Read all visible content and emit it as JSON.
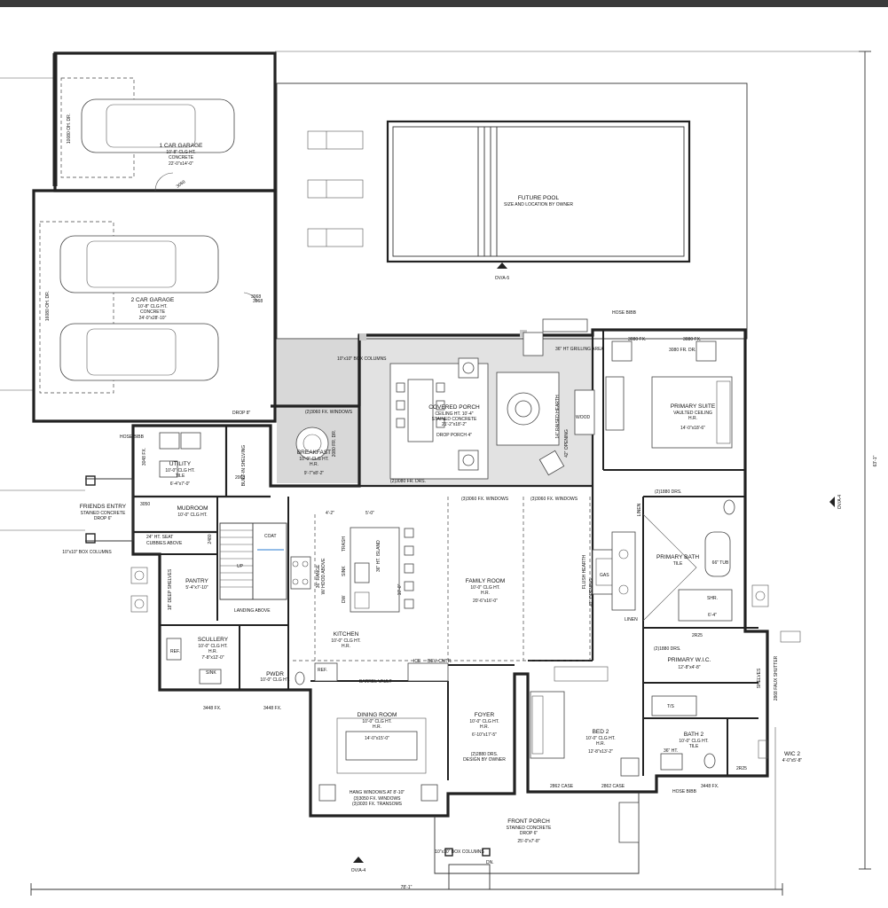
{
  "rooms": {
    "garage1": {
      "title": "1 CAR GARAGE",
      "l1": "10'-8\" CLG HT.",
      "l2": "CONCRETE",
      "l3": "22'-0\"x14'-0\""
    },
    "garage2": {
      "title": "2 CAR GARAGE",
      "l1": "10'-8\" CLG HT.",
      "l2": "CONCRETE",
      "l3": "24'-0\"x28'-10\""
    },
    "pool": {
      "title": "FUTURE POOL",
      "l1": "SIZE AND LOCATION BY OWNER"
    },
    "porch": {
      "title": "COVERED PORCH",
      "l1": "CEILING HT. 10'-4\"",
      "l2": "STAINED CONCRETE",
      "l3": "21'-2\"x18'-2\"",
      "l4": "DROP PORCH 4\""
    },
    "grilling": {
      "title": "36\" HT GRILLING AREA"
    },
    "breakfast": {
      "title": "BREAKFAST",
      "l1": "10'-0\" CLG HT.",
      "l2": "H.R.",
      "l3": "9'-7\"x8'-2\""
    },
    "utility": {
      "title": "UTILITY",
      "l1": "10'-0\" CLG HT.",
      "l2": "TILE",
      "l3": "6'-4\"x7'-0\""
    },
    "mudroom": {
      "title": "MUDROOM",
      "l1": "10'-0\" CLG HT."
    },
    "friends": {
      "title": "FRIENDS ENTRY",
      "l1": "STAINED CONCRETE",
      "l2": "DROP 6\"",
      "l3": "10\"x10\" BOX COLUMNS"
    },
    "pantry": {
      "title": "PANTRY",
      "l1": "5'-4\"x7'-10\""
    },
    "scullery": {
      "title": "SCULLERY",
      "l1": "10'-0\" CLG HT.",
      "l2": "H.R.",
      "l3": "7'-8\"x12'-0\""
    },
    "pwdr": {
      "title": "PWDR",
      "l1": "10'-0\" CLG HT."
    },
    "kitchen": {
      "title": "KITCHEN",
      "l1": "10'-0\" CLG HT.",
      "l2": "H.R."
    },
    "island": {
      "title": "36\" HT. ISLAND",
      "l1": "SINK",
      "l2": "TRASH",
      "l3": "DW"
    },
    "family": {
      "title": "FAMILY ROOM",
      "l1": "10'-0\" CLG HT.",
      "l2": "H.R.",
      "l3": "20'-6\"x16'-0\""
    },
    "dining": {
      "title": "DINING ROOM",
      "l1": "10'-0\" CLG HT.",
      "l2": "H.R.",
      "l3": "14'-0\"x15'-0\"",
      "n1": "HANG WINDOWS AT 8'-10\"",
      "n2": "(3)3050 FX. WINDOWS",
      "n3": "(3)3020 FX. TRANSOMS"
    },
    "foyer": {
      "title": "FOYER",
      "l1": "10'-0\" CLG HT.",
      "l2": "H.R.",
      "l3": "6'-10\"x17'-5\"",
      "n1": "(2)2880 DRS.",
      "n2": "DESIGN BY OWNER"
    },
    "suite": {
      "title": "PRIMARY SUITE",
      "l1": "VAULTED CEILING",
      "l2": "H.R.",
      "l3": "14'-0\"x18'-6\""
    },
    "pbath": {
      "title": "PRIMARY BATH",
      "l1": "TILE",
      "tub": "66\" TUB",
      "shower": "SHR.",
      "shsize": "6'-4\""
    },
    "pwic": {
      "title": "PRIMARY W.I.C.",
      "l1": "12'-8\"x4'-8\""
    },
    "bed2": {
      "title": "BED 2",
      "l1": "10'-0\" CLG HT.",
      "l2": "H.R.",
      "l3": "12'-8\"x13'-2\""
    },
    "bath2": {
      "title": "BATH 2",
      "l1": "10'-0\" CLG HT.",
      "l2": "TILE"
    },
    "wic2": {
      "title": "WIC 2",
      "l1": "4'-0\"x5'-8\""
    },
    "frontporch": {
      "title": "FRONT PORCH",
      "l1": "STAINED CONCRETE",
      "l2": "DROP 6\"",
      "l3": "25'-0\"x7'-8\"",
      "n1": "10\"x10\" BOX COLUMNS"
    }
  },
  "notes": {
    "garage1_door": "10080 OH. DR.",
    "garage2_door": "16080 OH. DR.",
    "d3068a": "3068",
    "d3068b": "3068",
    "hose1": "HOSE BIBB",
    "hose2": "HOSE BIBB",
    "hose3": "HOSE BIBB",
    "cols": "10\"x10\" BOX COLUMNS",
    "drop8": "DROP 8\"",
    "builtin": "BUILT-IN SHELVING",
    "bfwin": "(2)3060 FX. WINDOWS",
    "bfdr": "2080 FR. DR.",
    "porchdrs": "(2)3080 FR. DRS.",
    "famwin1": "(3)3060 FX. WINDOWS",
    "famwin2": "(3)3060 FX. WINDOWS",
    "suitefx": "3080 FX.",
    "suitefx2": "3080 FX.",
    "suitedr": "3080 FR. DR.",
    "raised": "14\" RAISED HEARTH",
    "wood": "WOOD",
    "opening": "42\" OPENING",
    "flush": "FLUSH HEARTH",
    "opening2": "42\" OPENING",
    "gas": "GAS",
    "s3050": "3050",
    "s2480": "2480",
    "d2068": "2068",
    "d3048": "3048 FX.",
    "seat": "24\" HT. SEAT",
    "cubbies": "CUBBIES ABOVE",
    "shelves": "18\" DEEP SHELVES",
    "landing": "LANDING ABOVE",
    "coat": "COAT",
    "up": "UP",
    "range": "36\" RANGE",
    "hood": "W/ HOOD ABOVE",
    "d41": "4'-2\"",
    "d50": "5'-0\"",
    "d100": "10'-0\"",
    "barrel": "BARREL VAULT",
    "ice": "ICE",
    "bev": "BEV. CNTR.",
    "ref": "REF.",
    "ref2": "REF.",
    "sink": "SINK",
    "scull_fx": "3448 FX.",
    "pwdr_fx": "3448 FX.",
    "bath2fx": "3448 FX.",
    "linen": "LINEN",
    "linen2": "LINEN",
    "case1": "2862 CASE",
    "case2": "2862 CASE",
    "drs2": "(2)1880 DRS.",
    "drs3": "(2)1880 DRS.",
    "pwic2": "2R25",
    "wic2sh": "2R25",
    "shutter": "2868 FAUX SHUTTER",
    "shelves2": "SHELVES",
    "ts": "T/S",
    "wall2": "36\" HT.",
    "depth": "63'-1\"",
    "width": "78'-1\"",
    "sec_top": "OV/A-5",
    "sec_bottom": "OV/A-4",
    "sec_right": "OV/A-4",
    "door_top": "3068",
    "dn": "DN."
  }
}
